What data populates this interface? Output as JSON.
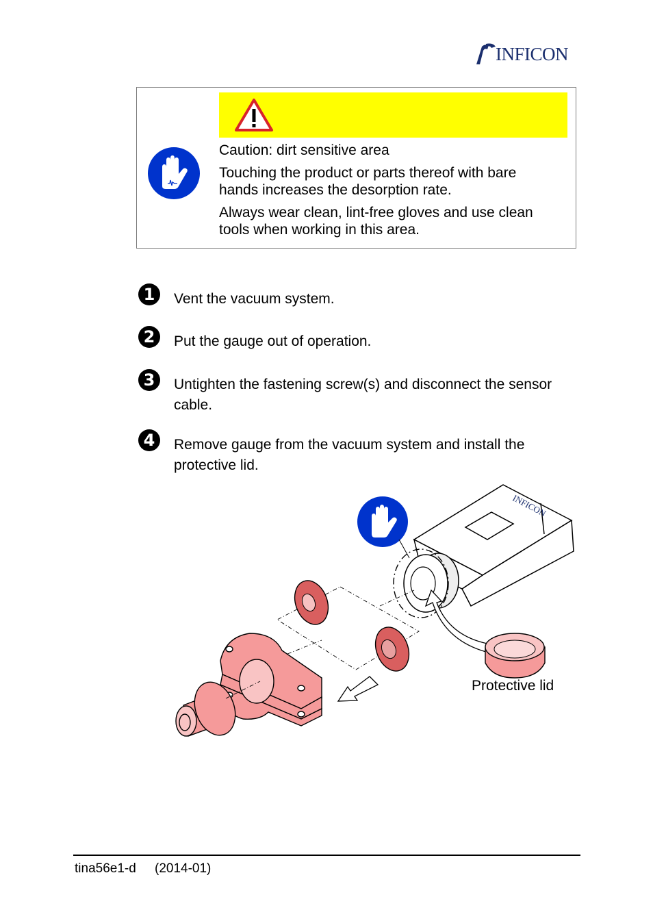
{
  "header": {
    "brand": "INFICON"
  },
  "warning": {
    "band_color": "#ffff00",
    "icon": "warning-triangle-icon",
    "mandatory_icon": "glove-hand-icon",
    "mandatory_color": "#0033cc",
    "title": "Caution: dirt sensitive area",
    "para1_line1": "Touching the product or parts thereof with bare",
    "para1_line2": "hands increases the desorption rate.",
    "para2_line1": "Always wear clean, lint-free gloves and use clean",
    "para2_line2": "tools when working in this area."
  },
  "steps": [
    {
      "num": "1",
      "line1": "Vent the vacuum system.",
      "line2": ""
    },
    {
      "num": "2",
      "line1": "Put the gauge out of operation.",
      "line2": ""
    },
    {
      "num": "3",
      "line1": "Untighten the fastening screw(s) and disconnect the sensor",
      "line2": "cable."
    },
    {
      "num": "4",
      "line1": "Remove gauge from the vacuum system and install the",
      "line2": "protective lid."
    }
  ],
  "illustration": {
    "gauge_brand": "INFICON",
    "lid_label": "Protective lid",
    "part_color": "#f59a9a"
  },
  "footer": {
    "doc_id": "tina56e1-d",
    "date": "(2014-01)"
  }
}
